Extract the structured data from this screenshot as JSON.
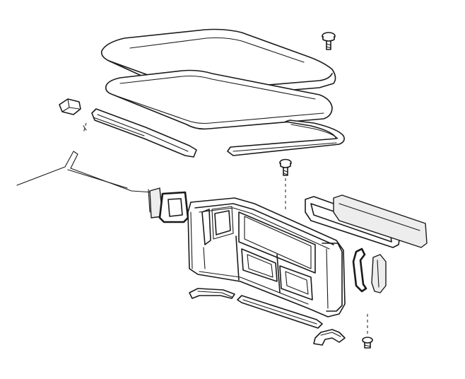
{
  "diagram": {
    "type": "exploded-parts-view",
    "highlight_color": "#d4a0a0",
    "line_color": "#1a1a1a",
    "background": "#ffffff",
    "highlighted_parts": [
      "left-seal",
      "right-seal"
    ]
  }
}
